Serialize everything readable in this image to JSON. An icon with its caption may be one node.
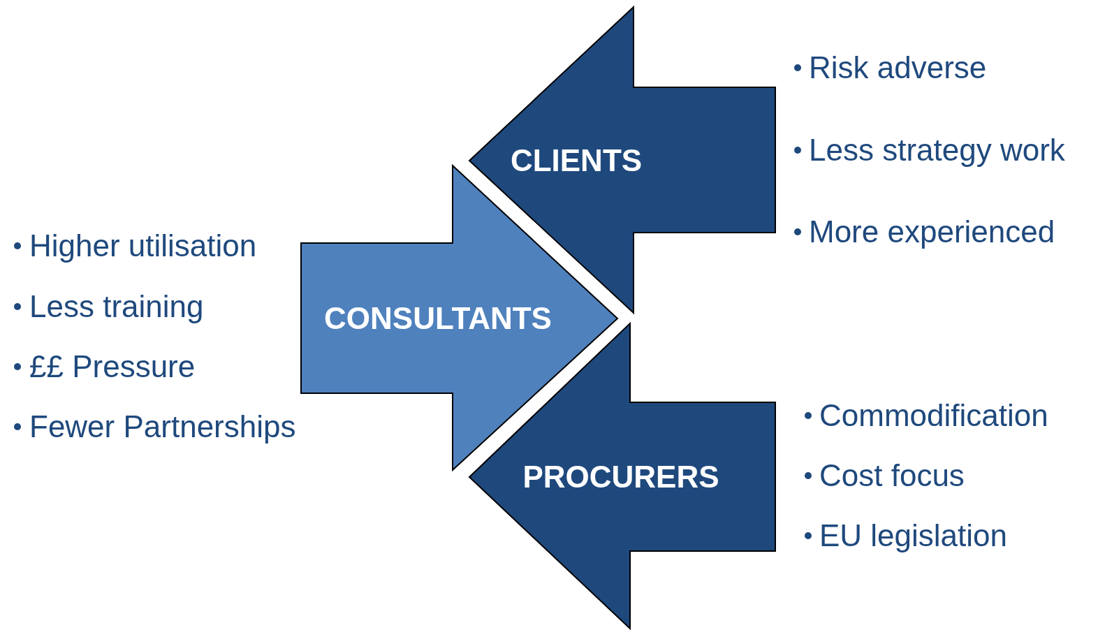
{
  "diagram": {
    "nodes": [
      {
        "text": [
          "CLIENTS"
        ],
        "beside": [
          "Risk adverse",
          "Less strategy work",
          "More experienced"
        ]
      },
      {
        "text": [
          "CONSULTANTS"
        ],
        "beside": [
          "Higher utilisation",
          "Less training",
          "££ Pressure",
          "Fewer Partnerships"
        ]
      },
      {
        "text": [
          "PROCURERS"
        ],
        "beside": [
          "Commodification",
          "Cost focus",
          "EU legislation"
        ]
      }
    ]
  }
}
